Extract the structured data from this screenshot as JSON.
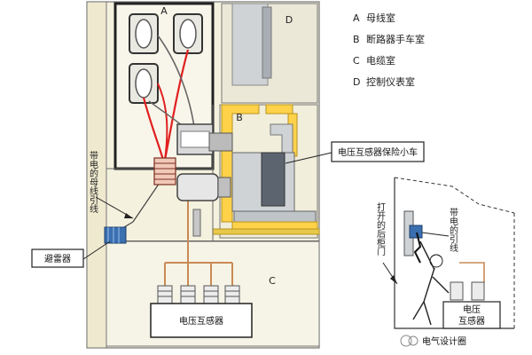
{
  "compartments": {
    "a": "A",
    "b": "B",
    "c": "C",
    "d": "D"
  },
  "legend": [
    {
      "letter": "A",
      "text": "母线室"
    },
    {
      "letter": "B",
      "text": "断路器手车室"
    },
    {
      "letter": "C",
      "text": "电缆室"
    },
    {
      "letter": "D",
      "text": "控制仪表室"
    }
  ],
  "callouts": {
    "pt_fuse_cart": "电压互感器保险小车",
    "arrester": "避雷器",
    "pt_main": "电压互感器",
    "pt_small_line1": "电压",
    "pt_small_line2": "互感器"
  },
  "vertical_labels": {
    "live_bus_lead": "带电的母线引线",
    "live_lead": "带电的引线",
    "open_rear_door": "打开的后柜门"
  },
  "watermark": {
    "text": "电气设计圈"
  },
  "colors": {
    "cabinet_fill": "#f4f1de",
    "steel_gray": "#cfd3d6",
    "busbar_yellow": "#ffd24a",
    "red_wire": "#e02020",
    "tan_wire": "#c98a55",
    "insulator_blue": "#3a6fb0"
  }
}
